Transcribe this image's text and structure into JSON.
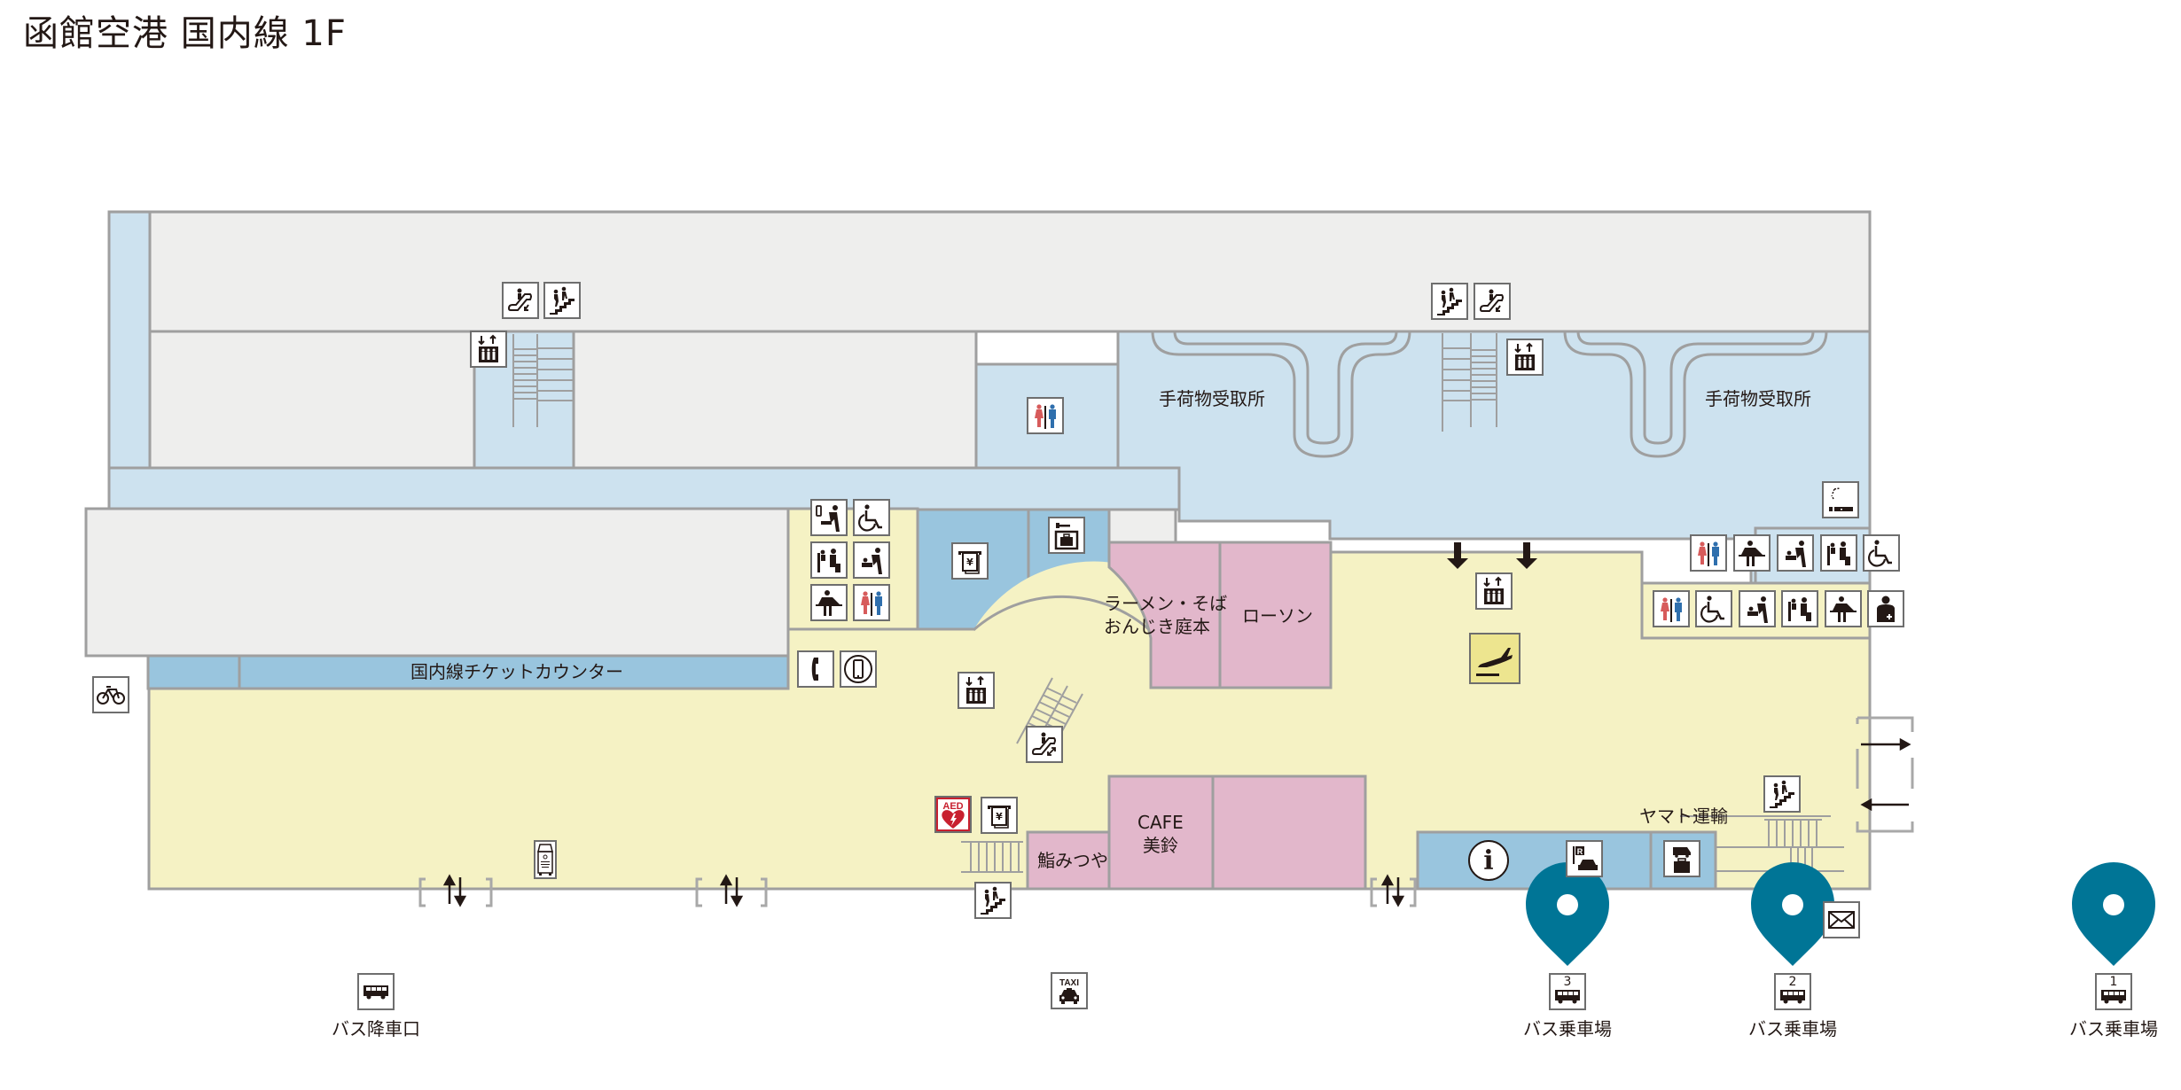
{
  "header": {
    "title": "函館空港 国内線 1F"
  },
  "colors": {
    "wall": "#9f9f9f",
    "gray_area": "#eeeeed",
    "light_blue": "#cde2ef",
    "mid_blue": "#99c5de",
    "yellow": "#f5f2c4",
    "pink": "#e2b7cb",
    "pin": "#007596",
    "text": "#231815"
  },
  "areas": {
    "baggage_claim_left": "手荷物受取所",
    "baggage_claim_right": "手荷物受取所",
    "ticket_counter": "国内線チケットカウンター",
    "ramen": "ラーメン・そば\nおんじき庭本",
    "ramen_line1": "ラーメン・そば",
    "ramen_line2": "おんじき庭本",
    "lawson": "ローソン",
    "cafe_line1": "CAFE",
    "cafe_line2": "美鈴",
    "sushi": "鮨みつや",
    "yamato": "ヤマト運輸"
  },
  "icons": {
    "aed_label": "AED",
    "taxi_label": "TAXI",
    "info_label": "i",
    "yen_label": "¥",
    "rental_label": "R"
  },
  "bus_stops": [
    {
      "number": "3",
      "label": "バス乗車場"
    },
    {
      "number": "2",
      "label": "バス乗車場"
    },
    {
      "number": "1",
      "label": "バス乗車場"
    }
  ],
  "bus_dropoff": {
    "label": "バス降車口"
  }
}
